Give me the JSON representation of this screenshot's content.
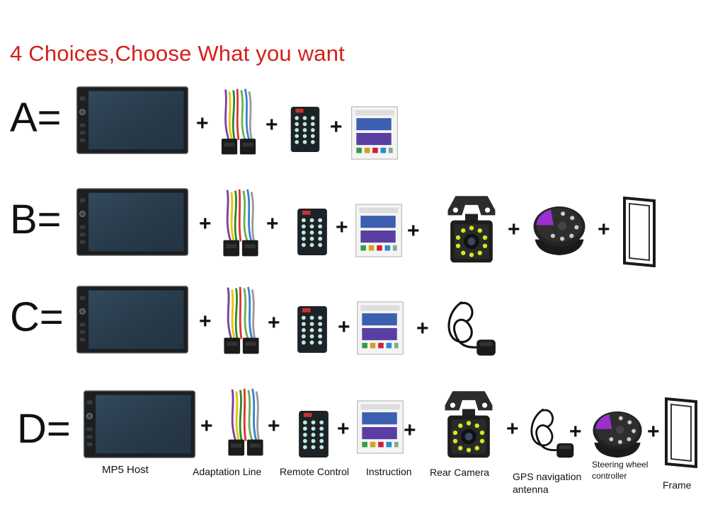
{
  "title": "4 Choices,Choose What you want",
  "rows": {
    "a": {
      "label": "A="
    },
    "b": {
      "label": "B="
    },
    "c": {
      "label": "C="
    },
    "d": {
      "label": "D="
    }
  },
  "plus": "+",
  "captions": {
    "host": "MP5 Host",
    "adaptation": "Adaptation Line",
    "remote": "Remote Control",
    "instruction": "Instruction",
    "camera": "Rear Camera",
    "gps_line1": "GPS navigation",
    "gps_line2": "antenna",
    "wheel_line1": "Steering wheel",
    "wheel_line2": "controller",
    "frame": "Frame"
  }
}
